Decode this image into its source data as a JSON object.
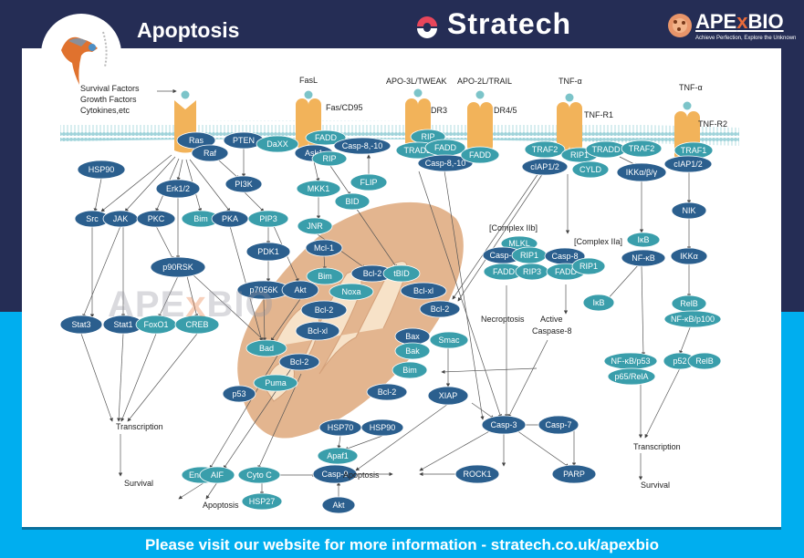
{
  "header": {
    "title": "Apoptosis",
    "brand": "Stratech",
    "partner_brand_pre": "APE",
    "partner_brand_x": "x",
    "partner_brand_post": "BIO",
    "partner_tagline": "Achieve Perfection, Explore the Unknown"
  },
  "footer": {
    "text": "Please visit our website for more information - stratech.co.uk/apexbio"
  },
  "watermark": {
    "pre": "APE",
    "x": "x",
    "post": "BIO"
  },
  "colors": {
    "header_bg": "#252d55",
    "accent_blue": "#00aeef",
    "node_dark": "#2b5f8e",
    "node_teal": "#3a9eab",
    "receptor": "#f2b35a",
    "mito_outer": "#e3b58f",
    "mito_inner": "#f7e2c8",
    "membrane": "#a6d9df",
    "brand_red": "#e8465b"
  },
  "diagram": {
    "labels": [
      {
        "id": "ligand-growth",
        "text": "Survival Factors"
      },
      {
        "id": "ligand-growth2",
        "text": "Growth Factors"
      },
      {
        "id": "ligand-growth3",
        "text": "Cytokines,etc"
      },
      {
        "id": "fasl",
        "text": "FasL"
      },
      {
        "id": "fas",
        "text": "Fas/CD95"
      },
      {
        "id": "tweak",
        "text": "APO-3L/TWEAK"
      },
      {
        "id": "trail",
        "text": "APO-2L/TRAIL"
      },
      {
        "id": "dr3",
        "text": "DR3"
      },
      {
        "id": "dr45",
        "text": "DR4/5"
      },
      {
        "id": "tnfa1",
        "text": "TNF-α"
      },
      {
        "id": "tnfr1",
        "text": "TNF-R1"
      },
      {
        "id": "tnfa2",
        "text": "TNF-α"
      },
      {
        "id": "tnfr2",
        "text": "TNF-R2"
      },
      {
        "id": "complex2b",
        "text": "[Complex IIb]"
      },
      {
        "id": "complex2a",
        "text": "[Complex IIa]"
      },
      {
        "id": "necroptosis",
        "text": "Necroptosis"
      },
      {
        "id": "active",
        "text": "Active"
      },
      {
        "id": "casp8act",
        "text": "Caspase-8"
      },
      {
        "id": "transcription1",
        "text": "Transcription"
      },
      {
        "id": "survival1",
        "text": "Survival"
      },
      {
        "id": "apoptosis1",
        "text": "Apoptosis"
      },
      {
        "id": "apoptosis2",
        "text": "Apoptosis"
      },
      {
        "id": "transcription2",
        "text": "Transcription"
      },
      {
        "id": "survival2",
        "text": "Survival"
      }
    ],
    "nodes": [
      {
        "text": "Ras",
        "type": "dark"
      },
      {
        "text": "Raf",
        "type": "dark"
      },
      {
        "text": "PTEN",
        "type": "dark"
      },
      {
        "text": "DaXX",
        "type": "teal"
      },
      {
        "text": "FADD",
        "type": "teal"
      },
      {
        "text": "Casp-8,-10",
        "type": "dark"
      },
      {
        "text": "Ask1",
        "type": "dark"
      },
      {
        "text": "RIP",
        "type": "teal"
      },
      {
        "text": "FLIP",
        "type": "teal"
      },
      {
        "text": "MKK1",
        "type": "teal"
      },
      {
        "text": "BID",
        "type": "teal"
      },
      {
        "text": "HSP90",
        "type": "dark"
      },
      {
        "text": "PI3K",
        "type": "dark"
      },
      {
        "text": "Erk1/2",
        "type": "dark"
      },
      {
        "text": "Src",
        "type": "dark"
      },
      {
        "text": "JAK",
        "type": "dark"
      },
      {
        "text": "PKC",
        "type": "dark"
      },
      {
        "text": "Bim",
        "type": "teal"
      },
      {
        "text": "PKA",
        "type": "dark"
      },
      {
        "text": "PIP3",
        "type": "teal"
      },
      {
        "text": "JNR",
        "type": "teal"
      },
      {
        "text": "PDK1",
        "type": "dark"
      },
      {
        "text": "Mcl-1",
        "type": "dark"
      },
      {
        "text": "p90RSK",
        "type": "dark"
      },
      {
        "text": "Bim",
        "type": "teal"
      },
      {
        "text": "p7056K",
        "type": "dark"
      },
      {
        "text": "Akt",
        "type": "dark"
      },
      {
        "text": "Bcl-2",
        "type": "dark"
      },
      {
        "text": "tBID",
        "type": "teal"
      },
      {
        "text": "Noxa",
        "type": "teal"
      },
      {
        "text": "Bcl-xl",
        "type": "dark"
      },
      {
        "text": "Bcl-2",
        "type": "dark"
      },
      {
        "text": "Bcl-2",
        "type": "dark"
      },
      {
        "text": "Stat3",
        "type": "dark"
      },
      {
        "text": "Stat1",
        "type": "dark"
      },
      {
        "text": "FoxO1",
        "type": "teal"
      },
      {
        "text": "CREB",
        "type": "teal"
      },
      {
        "text": "Bcl-xl",
        "type": "dark"
      },
      {
        "text": "Bad",
        "type": "teal"
      },
      {
        "text": "Bax",
        "type": "dark"
      },
      {
        "text": "Bak",
        "type": "teal"
      },
      {
        "text": "Smac",
        "type": "teal"
      },
      {
        "text": "Bcl-2",
        "type": "dark"
      },
      {
        "text": "Bim",
        "type": "teal"
      },
      {
        "text": "Puma",
        "type": "teal"
      },
      {
        "text": "p53",
        "type": "dark"
      },
      {
        "text": "Bcl-2",
        "type": "dark"
      },
      {
        "text": "XIAP",
        "type": "dark"
      },
      {
        "text": "HSP70",
        "type": "dark"
      },
      {
        "text": "HSP90",
        "type": "dark"
      },
      {
        "text": "Apaf1",
        "type": "teal"
      },
      {
        "text": "EndoG",
        "type": "teal"
      },
      {
        "text": "AIF",
        "type": "teal"
      },
      {
        "text": "Cyto C",
        "type": "teal"
      },
      {
        "text": "Casp-9",
        "type": "dark"
      },
      {
        "text": "HSP27",
        "type": "teal"
      },
      {
        "text": "Akt",
        "type": "dark"
      },
      {
        "text": "RIP",
        "type": "teal"
      },
      {
        "text": "TRADD",
        "type": "teal"
      },
      {
        "text": "FADD",
        "type": "teal"
      },
      {
        "text": "Casp-8,-10",
        "type": "dark"
      },
      {
        "text": "FADD",
        "type": "teal"
      },
      {
        "text": "TRAF2",
        "type": "teal"
      },
      {
        "text": "cIAP1/2",
        "type": "dark"
      },
      {
        "text": "RIP1",
        "type": "teal"
      },
      {
        "text": "TRADD",
        "type": "teal"
      },
      {
        "text": "CYLD",
        "type": "teal"
      },
      {
        "text": "MLKL",
        "type": "teal"
      },
      {
        "text": "Casp-8",
        "type": "dark"
      },
      {
        "text": "RIP1",
        "type": "teal"
      },
      {
        "text": "FADD",
        "type": "teal"
      },
      {
        "text": "RIP3",
        "type": "teal"
      },
      {
        "text": "Casp-8",
        "type": "dark"
      },
      {
        "text": "FADD",
        "type": "teal"
      },
      {
        "text": "RIP1",
        "type": "teal"
      },
      {
        "text": "Casp-3",
        "type": "dark"
      },
      {
        "text": "Casp-7",
        "type": "dark"
      },
      {
        "text": "ROCK1",
        "type": "dark"
      },
      {
        "text": "PARP",
        "type": "dark"
      },
      {
        "text": "IKKα/β/γ",
        "type": "dark"
      },
      {
        "text": "IκB",
        "type": "teal"
      },
      {
        "text": "NF-κB",
        "type": "dark"
      },
      {
        "text": "IκB",
        "type": "teal"
      },
      {
        "text": "NF-κB/p53",
        "type": "teal"
      },
      {
        "text": "p65/RelA",
        "type": "teal"
      },
      {
        "text": "TRAF2",
        "type": "teal"
      },
      {
        "text": "TRAF1",
        "type": "teal"
      },
      {
        "text": "cIAP1/2",
        "type": "dark"
      },
      {
        "text": "NIK",
        "type": "dark"
      },
      {
        "text": "IKKα",
        "type": "dark"
      },
      {
        "text": "RelB",
        "type": "teal"
      },
      {
        "text": "NF-κB/p100",
        "type": "teal"
      },
      {
        "text": "p52",
        "type": "teal"
      },
      {
        "text": "RelB",
        "type": "teal"
      }
    ]
  }
}
